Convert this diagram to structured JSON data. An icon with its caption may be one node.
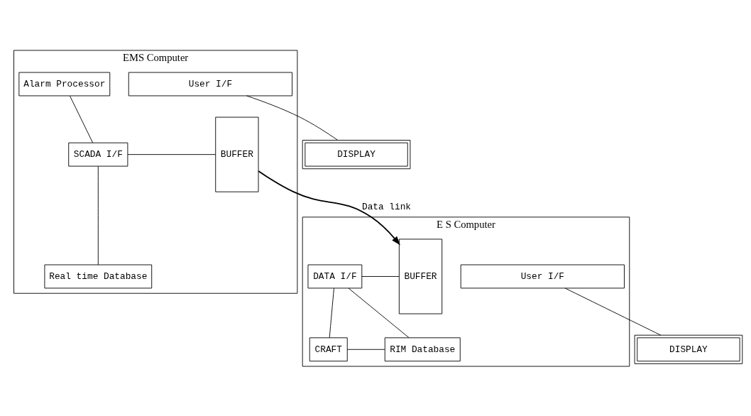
{
  "diagram": {
    "nodes": [
      {
        "text": [
          "EMS Computer"
        ]
      },
      {
        "text": [
          "Alarm Processor"
        ],
        "in": 0
      },
      {
        "text": [
          "SCADA I/F"
        ],
        "in": 0
      },
      {
        "text": [
          "Real time Database"
        ],
        "in": 0
      },
      {
        "text": [
          "BUFFER"
        ],
        "in": 0
      },
      {
        "text": [
          "User I/F"
        ],
        "in": 0
      },
      {
        "text": [
          "DISPLAY"
        ]
      },
      {
        "text": [
          "E S Computer"
        ]
      },
      {
        "text": [
          "BUFFER"
        ],
        "in": 7
      },
      {
        "text": [
          "DATA I/F"
        ],
        "in": 7
      },
      {
        "text": [
          "CRAFT"
        ],
        "in": 7
      },
      {
        "text": [
          "RIM Database"
        ],
        "in": 7
      },
      {
        "text": [
          "User I/F"
        ],
        "in": 7
      },
      {
        "text": [
          "DISPLAY"
        ]
      }
    ],
    "edges": [
      {
        "from": 1,
        "to": 2,
        "arrow": "none"
      },
      {
        "from": 2,
        "to": 3,
        "arrow": "none"
      },
      {
        "from": 2,
        "to": 4,
        "arrow": "none"
      },
      {
        "from": 4,
        "to": 8,
        "arrow": "to",
        "label": "Data link"
      },
      {
        "from": 8,
        "to": 9,
        "arrow": "none"
      },
      {
        "from": 9,
        "to": 10,
        "arrow": "none"
      },
      {
        "from": 9,
        "to": 11,
        "arrow": "none"
      },
      {
        "from": 10,
        "to": 11,
        "arrow": "none"
      },
      {
        "from": 5,
        "to": 6,
        "arrow": "none"
      },
      {
        "from": 12,
        "to": 13,
        "arrow": "none"
      }
    ]
  }
}
